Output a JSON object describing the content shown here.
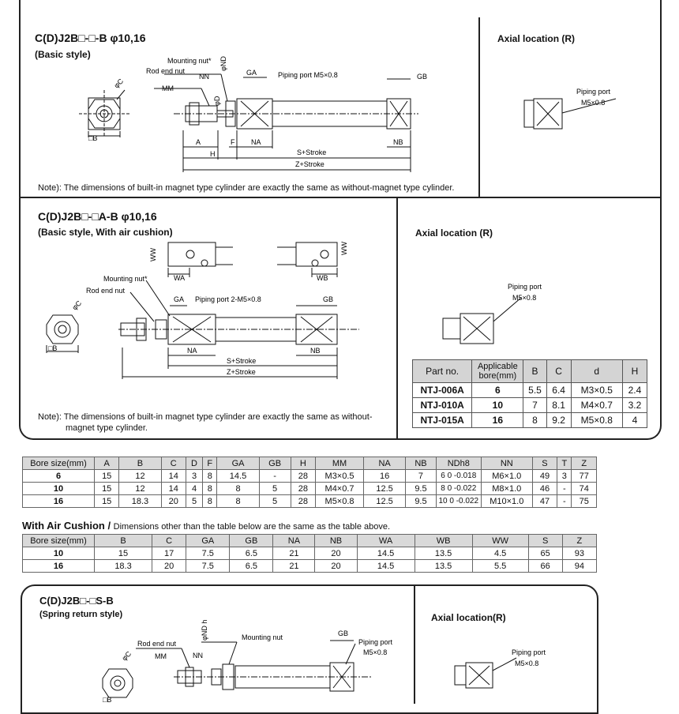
{
  "panel1": {
    "title": "C(D)J2B□-□-B  φ10,16",
    "subtitle": "(Basic style)",
    "axial": "Axial location (R)",
    "labels": {
      "mounting_nut": "Mounting nut*",
      "rod_end_nut": "Rod end nut",
      "nn": "NN",
      "mm": "MM",
      "phi_nd": "φND h8",
      "phi_d": "φD",
      "ga": "GA",
      "gb": "GB",
      "piping_port": "Piping port M5×0.8",
      "phi_c": "φC",
      "b": "□B",
      "a": "A",
      "f": "F",
      "na": "NA",
      "nb": "NB",
      "h": "H",
      "s_stroke": "S+Stroke",
      "z_stroke": "Z+Stroke",
      "axial_port": "Piping port",
      "axial_port2": "M5×0.8"
    },
    "note": "Note): The dimensions of built-in magnet type cylinder are exactly the same as without-magnet type cylinder."
  },
  "panel2": {
    "title": "C(D)J2B□-□A-B   φ10,16",
    "subtitle": "(Basic style, With air cushion)",
    "axial": "Axial location (R)",
    "labels": {
      "ww": "WW",
      "wa": "WA",
      "wb": "WB",
      "mounting_nut": "Mounting nut*",
      "rod_end_nut": "Rod end nut",
      "ga": "GA",
      "gb": "GB",
      "piping_port": "Piping port 2-M5×0.8",
      "phi_c": "φC",
      "b": "□B",
      "na": "NA",
      "nb": "NB",
      "s_stroke": "S+Stroke",
      "z_stroke": "Z+Stroke",
      "axial_port": "Piping port",
      "axial_port2": "M5×0.8"
    },
    "note1": "Note): The dimensions of built-in magnet type cylinder are exactly the same as without-",
    "note2": "magnet type cylinder.",
    "nut_table": {
      "headers": [
        "Part no.",
        "Applicable bore(mm)",
        "B",
        "C",
        "d",
        "H"
      ],
      "rows": [
        [
          "NTJ-006A",
          "6",
          "5.5",
          "6.4",
          "M3×0.5",
          "2.4"
        ],
        [
          "NTJ-010A",
          "10",
          "7",
          "8.1",
          "M4×0.7",
          "3.2"
        ],
        [
          "NTJ-015A",
          "16",
          "8",
          "9.2",
          "M5×0.8",
          "4"
        ]
      ]
    }
  },
  "table1": {
    "headers": [
      "Bore size(mm)",
      "A",
      "B",
      "C",
      "D",
      "F",
      "GA",
      "GB",
      "H",
      "MM",
      "NA",
      "NB",
      "NDh8",
      "NN",
      "S",
      "T",
      "Z"
    ],
    "rows": [
      [
        "6",
        "15",
        "12",
        "14",
        "3",
        "8",
        "14.5",
        "-",
        "28",
        "M3×0.5",
        "16",
        "7",
        "6 0 -0.018",
        "M6×1.0",
        "49",
        "3",
        "77"
      ],
      [
        "10",
        "15",
        "12",
        "14",
        "4",
        "8",
        "8",
        "5",
        "28",
        "M4×0.7",
        "12.5",
        "9.5",
        "8 0 -0.022",
        "M8×1.0",
        "46",
        "-",
        "74"
      ],
      [
        "16",
        "15",
        "18.3",
        "20",
        "5",
        "8",
        "8",
        "5",
        "28",
        "M5×0.8",
        "12.5",
        "9.5",
        "10 0 -0.022",
        "M10×1.0",
        "47",
        "-",
        "75"
      ]
    ]
  },
  "section2": {
    "heading": "With Air Cushion / ",
    "heading_note": "Dimensions other than the table below are the same as the table above."
  },
  "table2": {
    "headers": [
      "Bore size(mm)",
      "B",
      "C",
      "GA",
      "GB",
      "NA",
      "NB",
      "WA",
      "WB",
      "WW",
      "S",
      "Z"
    ],
    "rows": [
      [
        "10",
        "15",
        "17",
        "7.5",
        "6.5",
        "21",
        "20",
        "14.5",
        "13.5",
        "4.5",
        "65",
        "93"
      ],
      [
        "16",
        "18.3",
        "20",
        "7.5",
        "6.5",
        "21",
        "20",
        "14.5",
        "13.5",
        "5.5",
        "66",
        "94"
      ]
    ]
  },
  "panel3": {
    "title": "C(D)J2B□-□S-B",
    "subtitle": "(Spring return style)",
    "axial": "Axial location(R)",
    "labels": {
      "phi_nd": "φND h8",
      "mounting_nut": "Mounting nut",
      "rod_end_nut": "Rod end nut",
      "mm": "MM",
      "nn": "NN",
      "gb": "GB",
      "piping_port": "Piping port",
      "piping_port2": "M5×0.8",
      "phi_c": "φC",
      "b": "□B",
      "axial_port": "Piping port",
      "axial_port2": "M5×0.8"
    }
  }
}
